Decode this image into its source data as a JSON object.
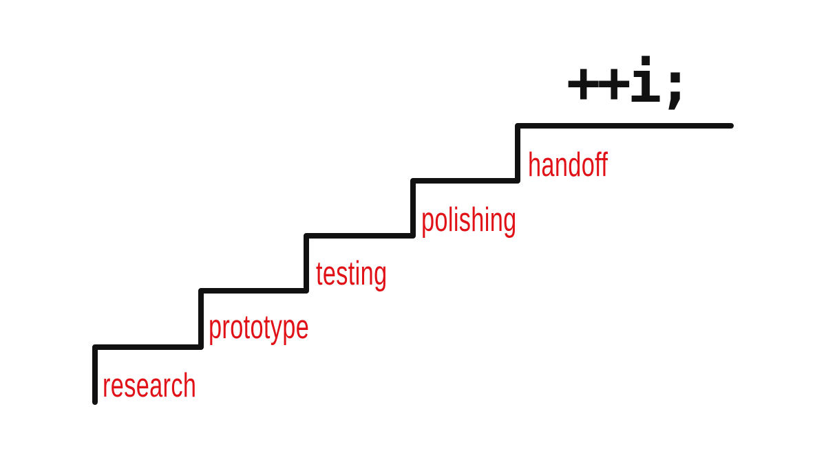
{
  "colors": {
    "background": "#ffffff",
    "line": "#111111",
    "label": "#e01117"
  },
  "title": {
    "code": "++i;"
  },
  "steps": [
    {
      "label": "research"
    },
    {
      "label": "prototype"
    },
    {
      "label": "testing"
    },
    {
      "label": "polishing"
    },
    {
      "label": "handoff"
    }
  ]
}
